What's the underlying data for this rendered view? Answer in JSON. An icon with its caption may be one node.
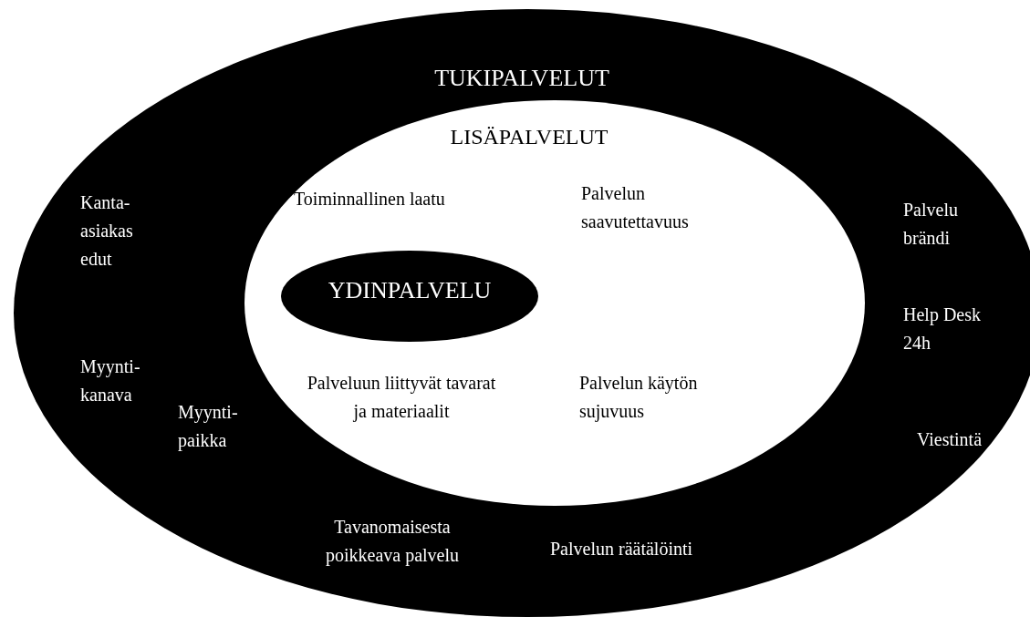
{
  "diagram": {
    "nodes": [
      {
        "text": [
          "TUKIPALVELUT",
          "Kanta- asiakas edut",
          "Palvelu brändi",
          "Help Desk 24h",
          "Myynti- kanava",
          "Myynti- paikka",
          "Viestintä",
          "Tavanomaisesta poikkeava palvelu",
          "Palvelun räätälöinti"
        ]
      },
      {
        "text": [
          "LISÄPALVELUT",
          "Toiminnallinen laatu",
          "Palvelun saavutettavuus",
          "Palveluun liittyvät tavarat ja materiaalit",
          "Palvelun käytön sujuvuus"
        ],
        "in": 0
      },
      {
        "text": [
          "YDINPALVELU"
        ],
        "in": 1
      }
    ]
  }
}
